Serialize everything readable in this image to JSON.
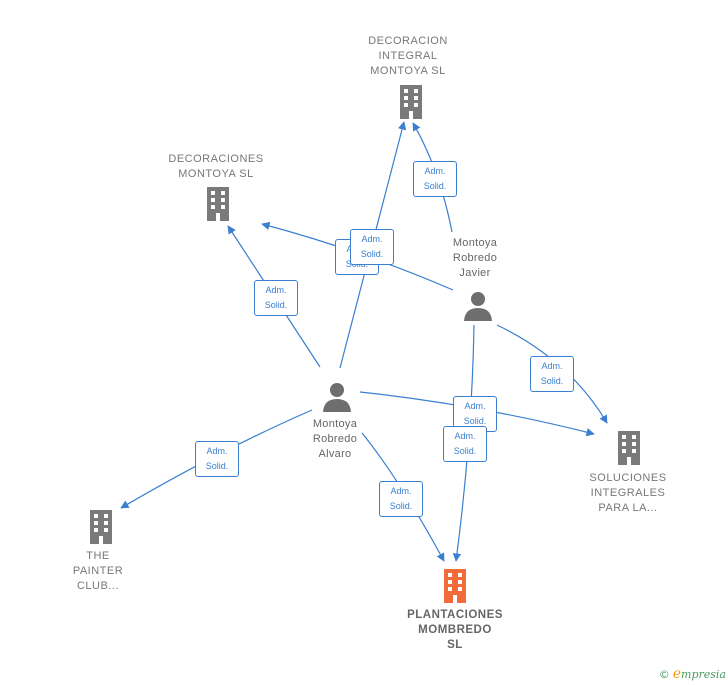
{
  "nodes": {
    "decoracion_integral": {
      "label_lines": [
        "DECORACION",
        "INTEGRAL",
        "MONTOYA  SL"
      ],
      "icon": "building-icon"
    },
    "decoraciones_montoya": {
      "label_lines": [
        "DECORACIONES",
        "MONTOYA  SL"
      ],
      "icon": "building-icon"
    },
    "montoya_javier": {
      "label_lines": [
        "Montoya",
        "Robredo",
        "Javier"
      ],
      "icon": "person-icon"
    },
    "montoya_alvaro": {
      "label_lines": [
        "Montoya",
        "Robredo",
        "Alvaro"
      ],
      "icon": "person-icon"
    },
    "soluciones_integrales": {
      "label_lines": [
        "SOLUCIONES",
        "INTEGRALES",
        "PARA LA..."
      ],
      "icon": "building-icon"
    },
    "painter_club": {
      "label_lines": [
        "THE",
        "PAINTER",
        "CLUB..."
      ],
      "icon": "building-icon"
    },
    "plantaciones": {
      "label_lines": [
        "PLANTACIONES",
        "MOMBREDO",
        "SL"
      ],
      "icon": "building-icon"
    }
  },
  "edge_label": {
    "line1": "Adm.",
    "line2": "Solid."
  },
  "colors": {
    "edge": "#3a7fd0",
    "building": "#7a7a7a",
    "focus_building": "#f26b3a",
    "person": "#6e6e6e"
  },
  "footer": {
    "copyright": "©",
    "brand_e": "e",
    "brand_rest": "mpresia"
  }
}
